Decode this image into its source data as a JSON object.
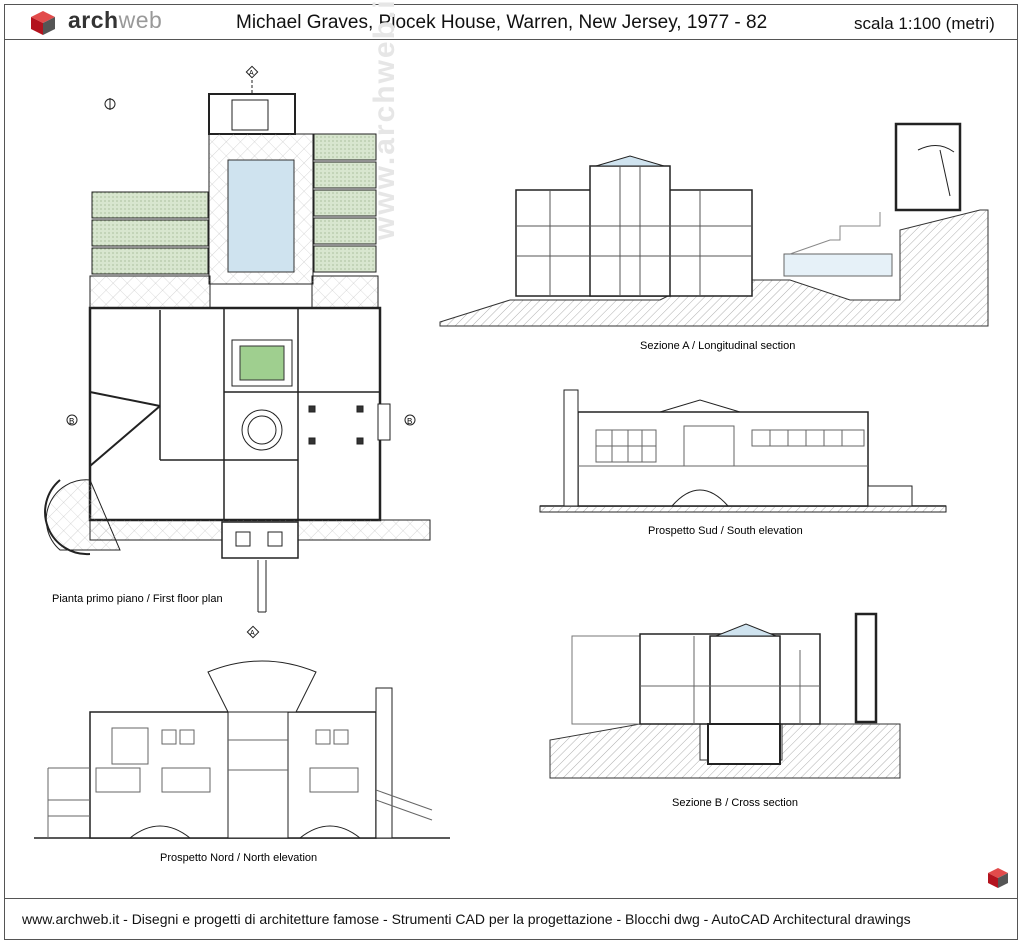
{
  "header": {
    "logo_name": "archweb",
    "logo_icon": "cube-icon",
    "title": "Michael Graves, Plocek House, Warren, New Jersey, 1977 - 82",
    "scale": "scala 1:100 (metri)"
  },
  "drawings": {
    "floor_plan_caption": "Pianta primo piano / First floor plan",
    "section_a_caption": "Sezione  A   /  Longitudinal section",
    "south_elevation_caption": "Prospetto Sud  /  South elevation",
    "section_b_caption": "Sezione  B   /  Cross section",
    "north_elevation_caption": "Prospetto Nord   /   North elevation",
    "watermark": "www.archweb.it",
    "markers": {
      "a": "A",
      "b": "B"
    }
  },
  "footer": {
    "text": "www.archweb.it  -  Disegni e progetti di architetture famose  -  Strumenti CAD  per la progettazione  -  Blocchi dwg - AutoCAD Architectural drawings"
  },
  "colors": {
    "brand_red": "#c8102e",
    "pool_blue": "#cfe3ef",
    "garden_green": "#cfe0c4",
    "court_green": "#9fcf8f"
  }
}
